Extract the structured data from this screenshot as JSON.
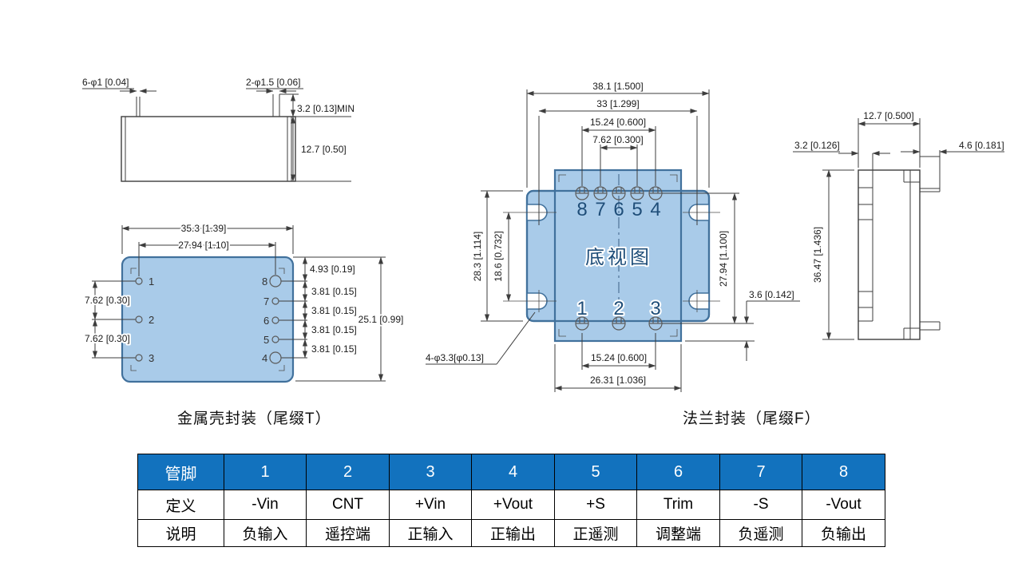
{
  "captions": {
    "metal": "金属壳封装（尾缀T）",
    "flange": "法兰封装（尾缀F）"
  },
  "metal_side": {
    "dim_pin_small": "6-φ1 [0.04]",
    "dim_pin_large": "2-φ1.5 [0.06]",
    "dim_pin_len": "3.2 [0.13]MIN",
    "dim_height": "12.7 [0.50]"
  },
  "metal_bottom": {
    "dim_width": "35.3 [1.39]",
    "dim_pin_span": "27.94 [1.10]",
    "dim_left_pitch_1": "7.62 [0.30]",
    "dim_left_pitch_2": "7.62 [0.30]",
    "dim_right_top": "4.93 [0.19]",
    "dim_right_pitch_1": "3.81 [0.15]",
    "dim_right_pitch_2": "3.81 [0.15]",
    "dim_right_pitch_3": "3.81 [0.15]",
    "dim_right_pitch_4": "3.81 [0.15]",
    "dim_height": "25.1 [0.99]",
    "pins_left": [
      "1",
      "2",
      "3"
    ],
    "pins_right": [
      "8",
      "7",
      "6",
      "5",
      "4"
    ]
  },
  "flange_bottom": {
    "view_label": "底视图",
    "dim_width_overall": "38.1 [1.500]",
    "dim_slot_span": "33 [1.299]",
    "dim_pin_span_top": "15.24 [0.600]",
    "dim_pin_pitch": "7.62 [0.300]",
    "dim_flange_height": "28.3 [1.114]",
    "dim_slot_vspan": "18.6 [0.732]",
    "dim_pin_rows": "27.94 [1.100]",
    "dim_pin_edge": "3.6 [0.142]",
    "dim_slot_note": "4-φ3.3[φ0.13]",
    "dim_pin_span_bottom": "15.24 [0.600]",
    "dim_body_width": "26.31 [1.036]",
    "pins_top": [
      "8",
      "7",
      "6",
      "5",
      "4"
    ],
    "pins_bottom": [
      "1",
      "2",
      "3"
    ]
  },
  "flange_side": {
    "dim_depth": "12.7 [0.500]",
    "dim_pin_offset": "3.2 [0.126]",
    "dim_tab": "4.6 [0.181]",
    "dim_height": "36.47 [1.436]"
  },
  "pin_table": {
    "corner_label": "管脚",
    "row2_label": "定义",
    "row3_label": "说明",
    "columns": [
      {
        "num": "1",
        "def": "-Vin",
        "desc": "负输入"
      },
      {
        "num": "2",
        "def": "CNT",
        "desc": "遥控端"
      },
      {
        "num": "3",
        "def": "+Vin",
        "desc": "正输入"
      },
      {
        "num": "4",
        "def": "+Vout",
        "desc": "正输出"
      },
      {
        "num": "5",
        "def": "+S",
        "desc": "正遥测"
      },
      {
        "num": "6",
        "def": "Trim",
        "desc": "调整端"
      },
      {
        "num": "7",
        "def": "-S",
        "desc": "负遥测"
      },
      {
        "num": "8",
        "def": "-Vout",
        "desc": "负输出"
      }
    ]
  },
  "colors": {
    "drawing_fill_blue": "#A9CBE9",
    "drawing_stroke_blue": "#41719C",
    "table_header_blue": "#1272BE",
    "pin_number_navy": "#1F4E79"
  }
}
